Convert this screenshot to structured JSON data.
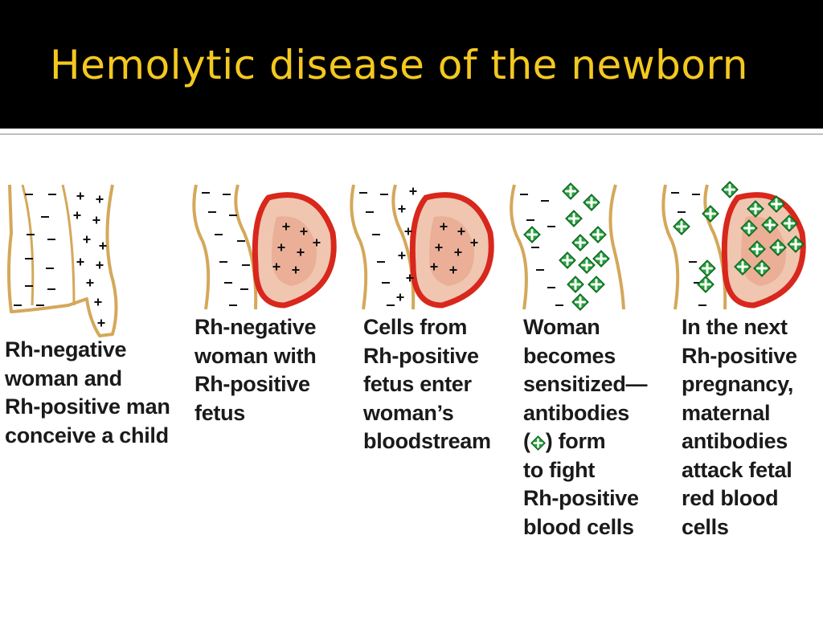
{
  "slide": {
    "title": "Hemolytic disease of the newborn"
  },
  "colors": {
    "title": "#f3c81f",
    "background_bar": "#000000",
    "body_outline": "#d4a85a",
    "uterus": "#d8271c",
    "antibody": "#23a23a",
    "text": "#1a1a1a"
  },
  "stages": [
    {
      "caption_lines": [
        "Rh-negative",
        "woman and",
        "Rh-positive man",
        "conceive a child"
      ],
      "marks": [
        "minus",
        "plus"
      ]
    },
    {
      "caption_lines": [
        "Rh-negative",
        "woman with",
        "Rh-positive",
        "fetus"
      ],
      "marks": [
        "minus",
        "plus"
      ]
    },
    {
      "caption_lines": [
        "Cells from",
        "Rh-positive",
        "fetus enter",
        "woman’s",
        "bloodstream"
      ],
      "marks": [
        "minus",
        "plus"
      ]
    },
    {
      "caption_lines": [
        "Woman",
        "becomes",
        "sensitized—",
        "antibodies",
        "(",
        ") form",
        "to fight",
        "Rh-positive",
        "blood cells"
      ],
      "marks": [
        "minus",
        "antibody"
      ]
    },
    {
      "caption_lines": [
        "In the next",
        "Rh-positive",
        "pregnancy,",
        "maternal",
        "antibodies",
        "attack fetal",
        "red blood",
        "cells"
      ],
      "marks": [
        "minus",
        "antibody"
      ]
    }
  ],
  "icons": [
    "minus-sign-icon",
    "plus-sign-icon",
    "antibody-icon"
  ]
}
